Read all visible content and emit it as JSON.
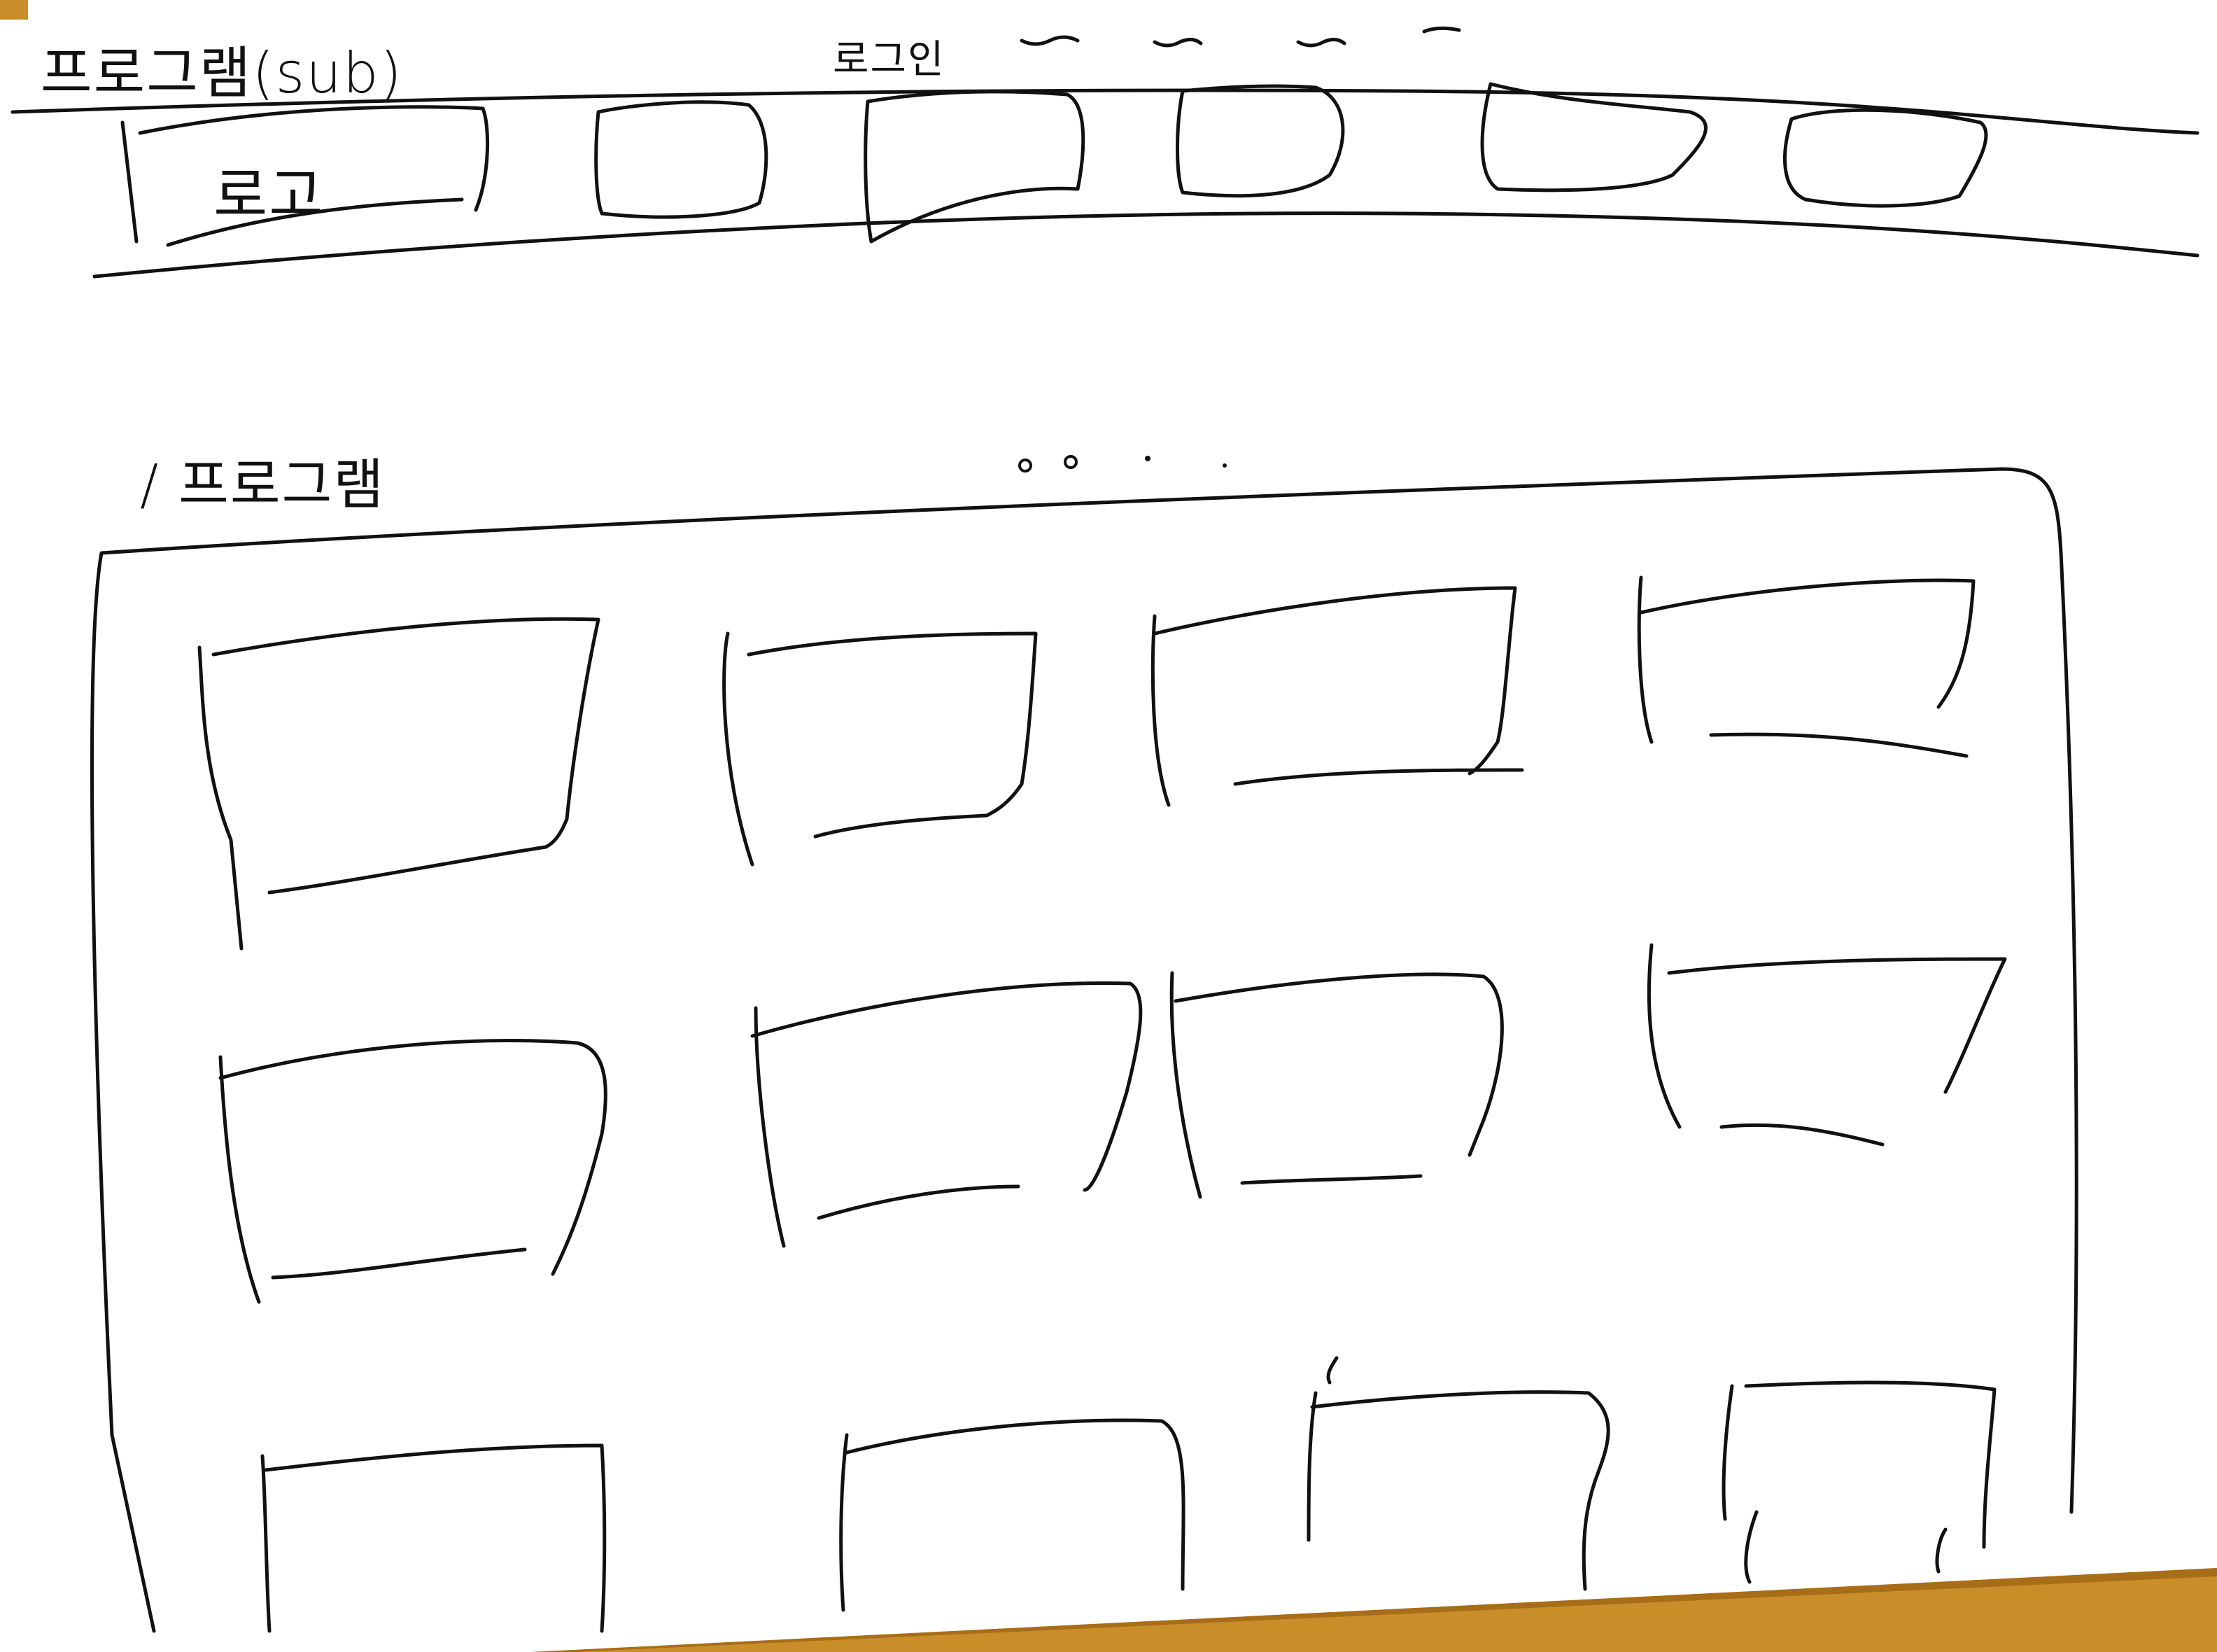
{
  "header": {
    "sub_program_title": "프로그램(sub)",
    "login_label": "로그인",
    "logo_label": "로고"
  },
  "nav": {
    "item_count": 6
  },
  "main": {
    "section_title": "/ 프로그램",
    "card_rows": 3,
    "card_columns": 4
  },
  "colors": {
    "ink": "#111111",
    "paper": "#ffffff",
    "wood": "#c98d2a"
  }
}
